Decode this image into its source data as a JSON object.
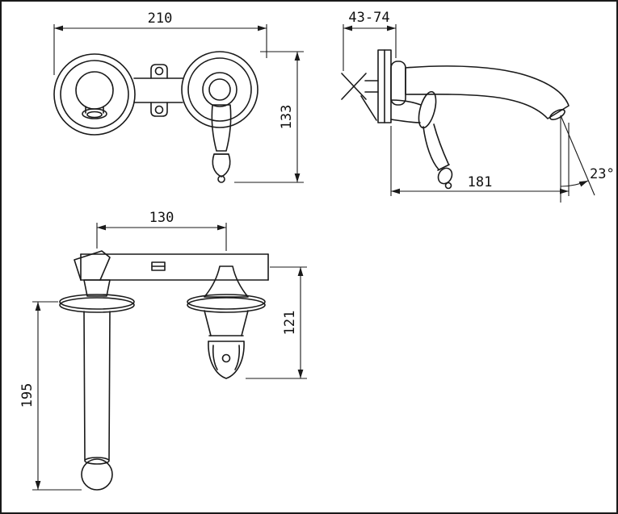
{
  "colors": {
    "background": "#ffffff",
    "line": "#1a1a1a"
  },
  "dimensions": {
    "front": {
      "width": "210",
      "height": "133"
    },
    "side": {
      "installation_depth": "43-74",
      "spout_reach": "181",
      "spout_angle": "23°"
    },
    "bottom": {
      "spout_handle_distance": "130",
      "handle_length": "121",
      "spout_length": "195"
    }
  }
}
